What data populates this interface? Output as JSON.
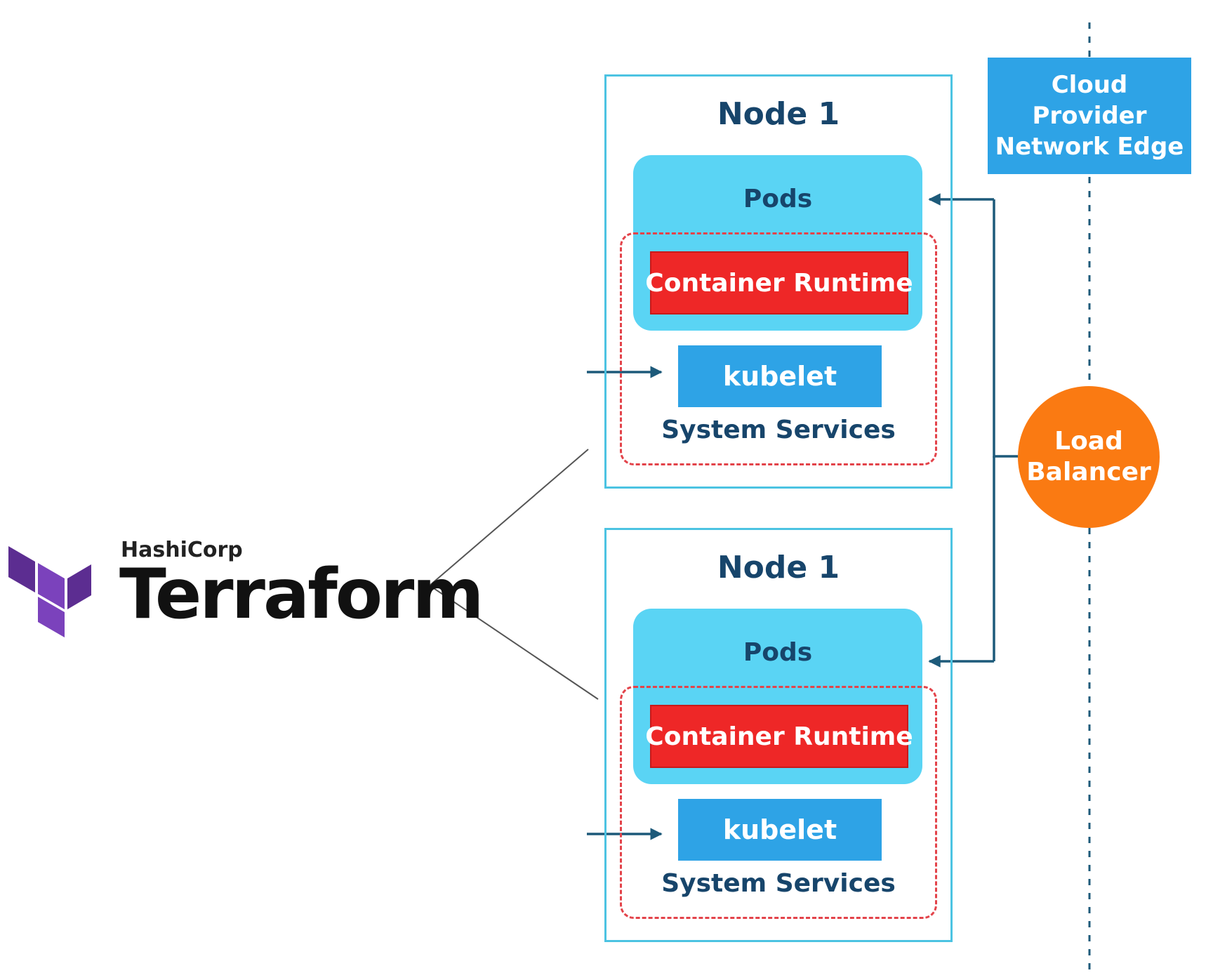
{
  "logo": {
    "company": "HashiCorp",
    "product": "Terraform",
    "color": "#7b42bc"
  },
  "nodes": [
    {
      "title": "Node 1",
      "pods_label": "Pods",
      "runtime_label": "Container Runtime",
      "kubelet_label": "kubelet",
      "services_label": "System Services"
    },
    {
      "title": "Node 1",
      "pods_label": "Pods",
      "runtime_label": "Container Runtime",
      "kubelet_label": "kubelet",
      "services_label": "System Services"
    }
  ],
  "cloud_edge": {
    "lines": [
      "Cloud",
      "Provider",
      "Network Edge"
    ]
  },
  "load_balancer": {
    "lines": [
      "Load",
      "Balancer"
    ],
    "color": "#fa7a12"
  },
  "colors": {
    "node_border": "#4cc3e2",
    "pods": "#5ad4f4",
    "runtime": "#ee2727",
    "kubelet": "#2ea3e6",
    "text_dark": "#17456b",
    "arrow": "#1d5a7a"
  }
}
